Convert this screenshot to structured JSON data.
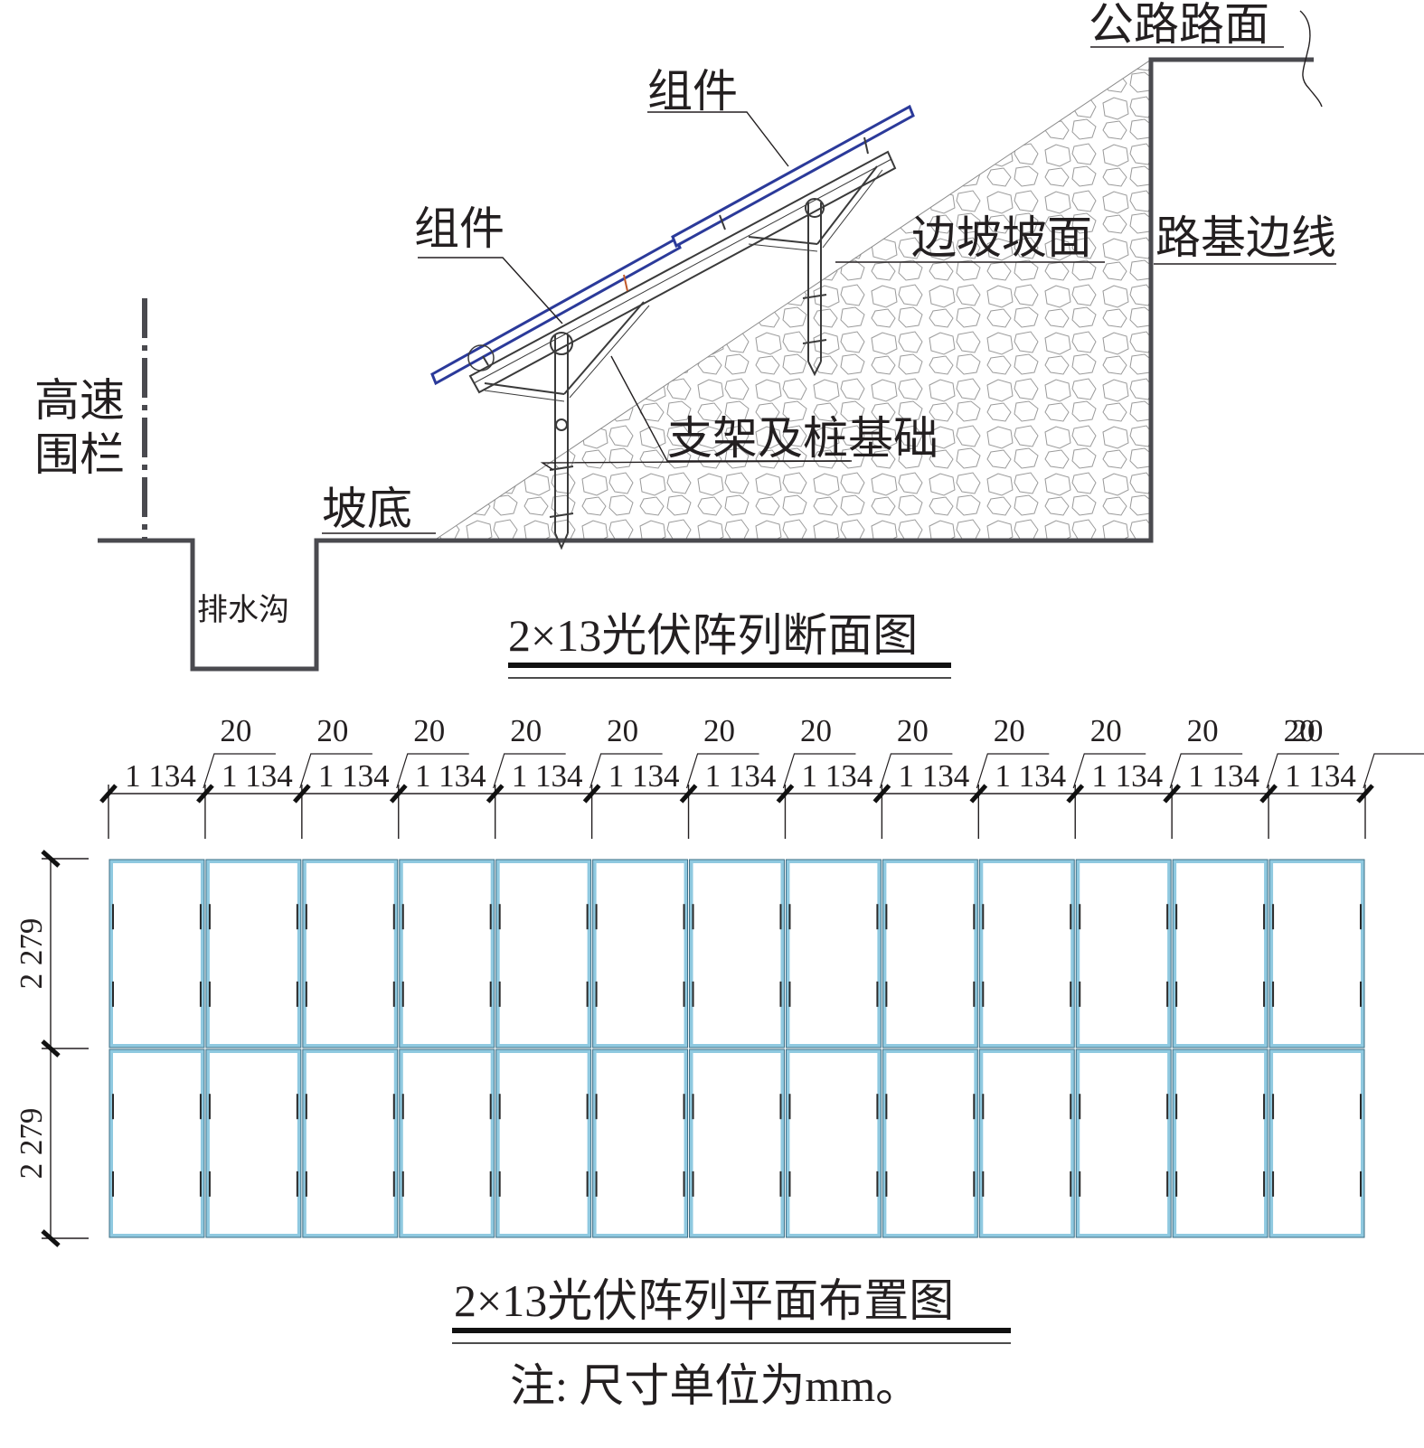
{
  "section": {
    "labels": {
      "component_upper": "组件",
      "component_lower": "组件",
      "road_surface": "公路路面",
      "slope_face": "边坡坡面",
      "roadbed_edge": "路基边线",
      "fence_line1": "高速",
      "fence_line2": "围栏",
      "slope_bottom": "坡底",
      "drain": "排水沟",
      "support": "支架及桩基础"
    },
    "title": "2×13光伏阵列断面图"
  },
  "plan": {
    "gap_label": "20",
    "module_width_label": "1 134",
    "columns": 13,
    "rows": 2,
    "row_height_label": "2 279",
    "title": "2×13光伏阵列平面布置图"
  },
  "note": "注: 尺寸单位为mm。",
  "colors": {
    "module_frame": "#8fc9e0",
    "module_section": "#2b3a9a",
    "line": "#231f20"
  }
}
